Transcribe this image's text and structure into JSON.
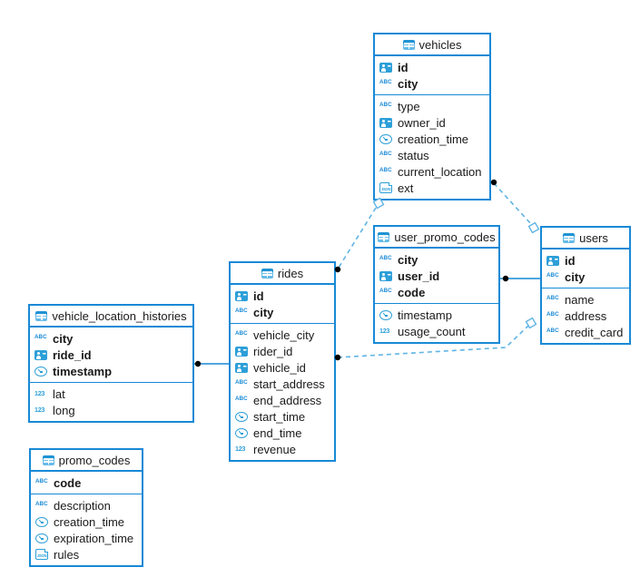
{
  "diagram": {
    "kind": "entity-relationship-diagram",
    "colors": {
      "table_border": "#1789d6",
      "icon_blue": "#2d9fd8",
      "text": "#1a1a1a",
      "relation_solid": "#1789d6",
      "relation_dashed": "#5fb4e5",
      "endpoint_dot": "#000000",
      "endpoint_diamond_fill": "#ffffff"
    }
  },
  "tables": [
    {
      "title": "vehicles",
      "header_icon": "table-icon",
      "keys": [
        {
          "label": "id",
          "icon": "uuid-icon"
        },
        {
          "label": "city",
          "icon": "string-icon"
        }
      ],
      "columns": [
        {
          "label": "type",
          "icon": "string-icon"
        },
        {
          "label": "owner_id",
          "icon": "uuid-icon"
        },
        {
          "label": "creation_time",
          "icon": "timestamp-icon"
        },
        {
          "label": "status",
          "icon": "string-icon"
        },
        {
          "label": "current_location",
          "icon": "string-icon"
        },
        {
          "label": "ext",
          "icon": "json-icon"
        }
      ]
    },
    {
      "title": "user_promo_codes",
      "header_icon": "table-icon",
      "keys": [
        {
          "label": "city",
          "icon": "string-icon"
        },
        {
          "label": "user_id",
          "icon": "uuid-icon"
        },
        {
          "label": "code",
          "icon": "string-icon"
        }
      ],
      "columns": [
        {
          "label": "timestamp",
          "icon": "timestamp-icon"
        },
        {
          "label": "usage_count",
          "icon": "number-icon"
        }
      ]
    },
    {
      "title": "users",
      "header_icon": "table-icon",
      "keys": [
        {
          "label": "id",
          "icon": "uuid-icon"
        },
        {
          "label": "city",
          "icon": "string-icon"
        }
      ],
      "columns": [
        {
          "label": "name",
          "icon": "string-icon"
        },
        {
          "label": "address",
          "icon": "string-icon"
        },
        {
          "label": "credit_card",
          "icon": "string-icon"
        }
      ]
    },
    {
      "title": "rides",
      "header_icon": "table-icon",
      "keys": [
        {
          "label": "id",
          "icon": "uuid-icon"
        },
        {
          "label": "city",
          "icon": "string-icon"
        }
      ],
      "columns": [
        {
          "label": "vehicle_city",
          "icon": "string-icon"
        },
        {
          "label": "rider_id",
          "icon": "uuid-icon"
        },
        {
          "label": "vehicle_id",
          "icon": "uuid-icon"
        },
        {
          "label": "start_address",
          "icon": "string-icon"
        },
        {
          "label": "end_address",
          "icon": "string-icon"
        },
        {
          "label": "start_time",
          "icon": "timestamp-icon"
        },
        {
          "label": "end_time",
          "icon": "timestamp-icon"
        },
        {
          "label": "revenue",
          "icon": "number-icon"
        }
      ]
    },
    {
      "title": "vehicle_location_histories",
      "header_icon": "table-icon",
      "keys": [
        {
          "label": "city",
          "icon": "string-icon"
        },
        {
          "label": "ride_id",
          "icon": "uuid-icon"
        },
        {
          "label": "timestamp",
          "icon": "timestamp-icon"
        }
      ],
      "columns": [
        {
          "label": "lat",
          "icon": "number-icon"
        },
        {
          "label": "long",
          "icon": "number-icon"
        }
      ]
    },
    {
      "title": "promo_codes",
      "header_icon": "table-icon",
      "keys": [
        {
          "label": "code",
          "icon": "string-icon"
        }
      ],
      "columns": [
        {
          "label": "description",
          "icon": "string-icon"
        },
        {
          "label": "creation_time",
          "icon": "timestamp-icon"
        },
        {
          "label": "expiration_time",
          "icon": "timestamp-icon"
        },
        {
          "label": "rules",
          "icon": "json-icon"
        }
      ]
    }
  ],
  "relations": [
    {
      "from_table": "vehicle_location_histories",
      "to_table": "rides",
      "line": "solid",
      "from_marker": "dot",
      "to_marker": "none"
    },
    {
      "from_table": "user_promo_codes",
      "to_table": "users",
      "line": "solid",
      "from_marker": "dot",
      "to_marker": "none"
    },
    {
      "from_table": "rides",
      "to_table": "vehicles",
      "line": "dashed",
      "from_marker": "dot",
      "to_marker": "diamond"
    },
    {
      "from_table": "vehicles",
      "to_table": "users",
      "line": "dashed",
      "from_marker": "dot",
      "to_marker": "diamond"
    },
    {
      "from_table": "rides",
      "to_table": "users",
      "line": "dashed",
      "from_marker": "dot",
      "to_marker": "diamond"
    }
  ]
}
